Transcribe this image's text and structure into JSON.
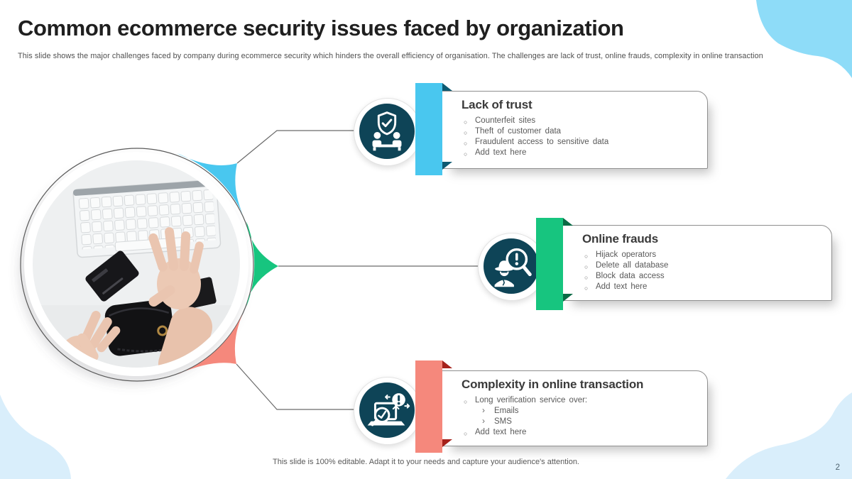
{
  "slide": {
    "title": "Common ecommerce security issues faced by organization",
    "subtitle": "This slide shows the major challenges faced by company during ecommerce security which hinders the overall efficiency of organisation. The challenges are lack of trust, online frauds, complexity in online transaction",
    "footer": "This slide is 100% editable. Adapt it to your needs and capture your audience's attention.",
    "page_number": "2"
  },
  "photo": {
    "icon": "hands-typing-credit-card-wallet-photo"
  },
  "cards": [
    {
      "title": "Lack of trust",
      "icon": "trust-people-shield-icon",
      "accent": "#49c7ef",
      "accent_dark": "#0d5a72",
      "bullets": [
        {
          "text": "Counterfeit sites",
          "level": 1
        },
        {
          "text": "Theft of customer data",
          "level": 1
        },
        {
          "text": "Fraudulent access to sensitive data",
          "level": 1
        },
        {
          "text": "Add text here",
          "level": 1
        }
      ]
    },
    {
      "title": "Online frauds",
      "icon": "fraud-spy-magnifier-icon",
      "accent": "#17c57f",
      "accent_dark": "#0a6a45",
      "bullets": [
        {
          "text": "Hijack operators",
          "level": 1
        },
        {
          "text": "Delete all database",
          "level": 1
        },
        {
          "text": "Block data access",
          "level": 1
        },
        {
          "text": "Add text here",
          "level": 1
        }
      ]
    },
    {
      "title": "Complexity in online transaction",
      "icon": "complexity-laptop-verification-icon",
      "accent": "#f5887c",
      "accent_dark": "#a5211b",
      "bullets": [
        {
          "text": "Long verification service over:",
          "level": 1
        },
        {
          "text": "Emails",
          "level": 2
        },
        {
          "text": "SMS",
          "level": 2
        },
        {
          "text": "Add text here",
          "level": 1
        }
      ]
    }
  ],
  "colors": {
    "icon_circle": "#0e4457",
    "blob_bright": "#8edcf8",
    "blob_light": "#d9eefb",
    "connector_line": "#6a6a6a"
  }
}
